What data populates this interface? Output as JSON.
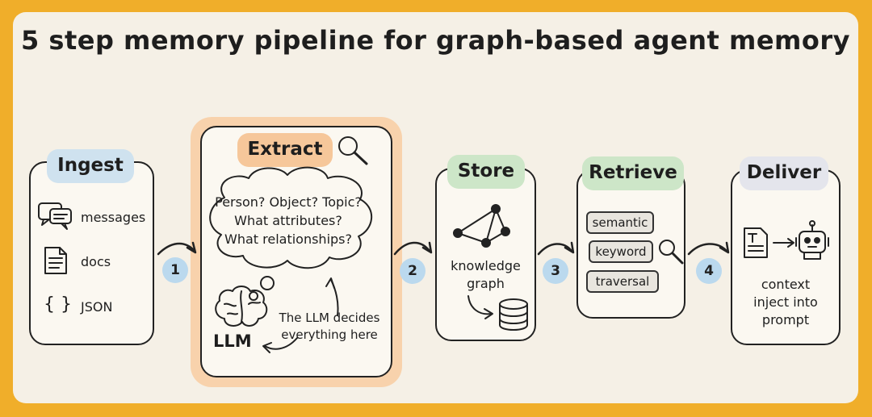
{
  "title": "5 step memory pipeline for graph-based agent memory",
  "steps": {
    "ingest": {
      "label": "Ingest",
      "items": {
        "messages": "messages",
        "docs": "docs",
        "json": "JSON",
        "json_icon": "{ }"
      }
    },
    "extract": {
      "label": "Extract",
      "questions": [
        "Person? Object? Topic?",
        "What attributes?",
        "What relationships?"
      ],
      "llm_label": "LLM",
      "note": [
        "The LLM decides",
        "everything here"
      ]
    },
    "store": {
      "label": "Store",
      "caption": [
        "knowledge",
        "graph"
      ]
    },
    "retrieve": {
      "label": "Retrieve",
      "methods": [
        "semantic",
        "keyword",
        "traversal"
      ]
    },
    "deliver": {
      "label": "Deliver",
      "caption": [
        "context",
        "inject into",
        "prompt"
      ]
    }
  },
  "connectors": [
    "1",
    "2",
    "3",
    "4"
  ],
  "colors": {
    "frame": "#F0AE2A",
    "canvas": "#F5F0E6",
    "ingest_pill": "#CFE2EF",
    "extract_pill": "#F6C79A",
    "extract_glow": "#F8D2AC",
    "store_pill": "#CDE6C8",
    "retrieve_pill": "#CDE6C8",
    "deliver_pill": "#E4E5EC",
    "badge": "#BBD9EE"
  },
  "icons": [
    "chat-bubbles-icon",
    "document-icon",
    "magnifier-icon",
    "brain-icon",
    "graph-icon",
    "database-icon",
    "robot-icon",
    "text-doc-icon"
  ]
}
